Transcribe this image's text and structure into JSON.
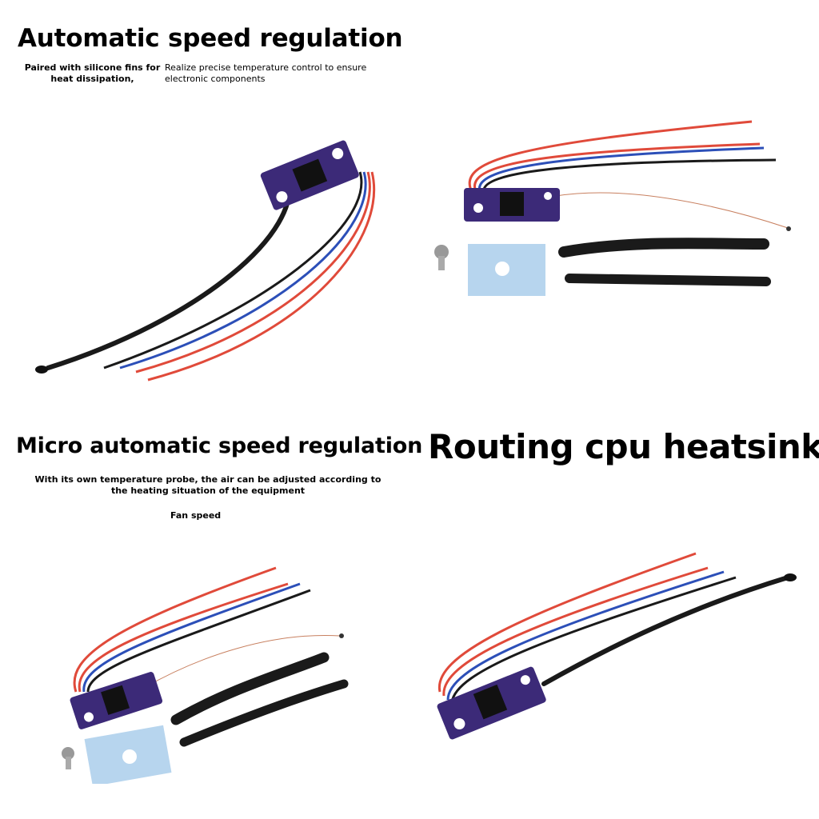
{
  "panel1": {
    "title": "Automatic speed regulation",
    "caption_left": "Paired with silicone fins for heat dissipation,",
    "caption_right": "Realize precise temperature control to ensure electronic components"
  },
  "panel3": {
    "title": "Micro automatic speed regulation",
    "caption": "With its own temperature probe, the air can be adjusted according to the heating situation of the equipment",
    "caption2": "Fan speed"
  },
  "panel4": {
    "title": "Routing cpu heatsink"
  },
  "colors": {
    "pcb": "#3c2a78",
    "wire_red": "#e04a3a",
    "wire_blue": "#2c4fb8",
    "wire_black": "#1a1a1a",
    "thermal_pad": "#b7d5ee"
  }
}
